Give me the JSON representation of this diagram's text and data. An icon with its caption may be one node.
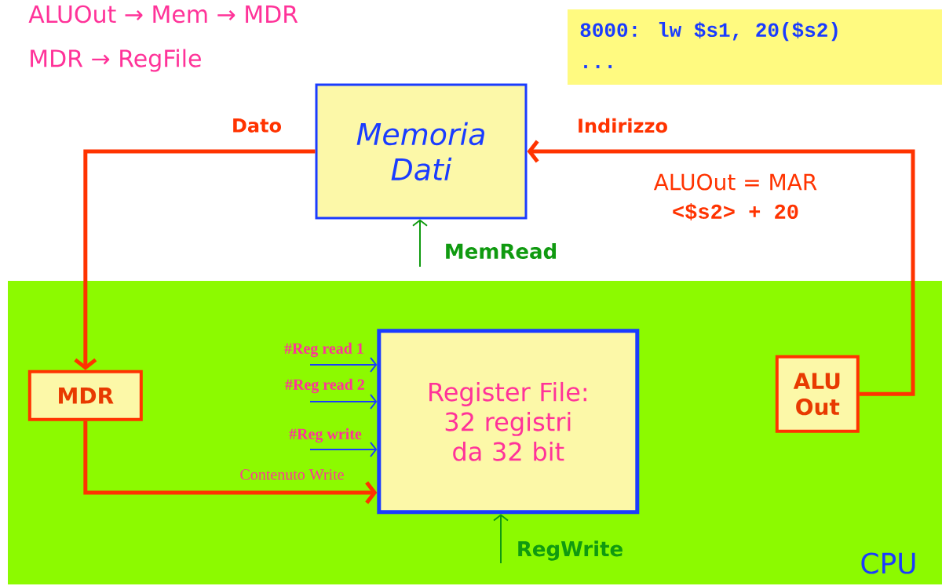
{
  "diagram": {
    "nodes": [
      {
        "text": [
          "CPU"
        ]
      },
      {
        "text": [
          "Memoria Dati"
        ]
      },
      {
        "text": [
          "MDR"
        ],
        "in": 0
      },
      {
        "text": [
          "Register File: 32 registri da 32 bit"
        ],
        "in": 0
      },
      {
        "text": [
          "ALU Out"
        ],
        "in": 0
      },
      {
        "text": [
          "8000:  lw $s1, 20($s2)",
          "..."
        ]
      }
    ],
    "edges": [
      {
        "from": 4,
        "to": 1,
        "arrow": "to",
        "label": "Indirizzo",
        "style": "thick",
        "color": "#ff3300"
      },
      {
        "from": 1,
        "to": 2,
        "arrow": "to",
        "label": "Dato",
        "style": "thick",
        "color": "#ff3300"
      },
      {
        "from": 2,
        "to": 3,
        "arrow": "to",
        "label": "Contenuto Write",
        "style": "thick",
        "color": "#ff3300"
      },
      {
        "from": null,
        "to": 3,
        "arrow": "to",
        "label": "#Reg read 1",
        "color": "#1a3cff"
      },
      {
        "from": null,
        "to": 3,
        "arrow": "to",
        "label": "#Reg read 2",
        "color": "#1a3cff"
      },
      {
        "from": null,
        "to": 3,
        "arrow": "to",
        "label": "#Reg write",
        "color": "#1a3cff"
      },
      {
        "from": null,
        "to": 1,
        "arrow": "to",
        "label": "MemRead",
        "color": "#109a10"
      },
      {
        "from": null,
        "to": 3,
        "arrow": "to",
        "label": "RegWrite",
        "color": "#109a10"
      }
    ],
    "labels": [
      "ALUOut → Mem →  MDR",
      "MDR → RegFile",
      "ALUOut = MAR",
      "<$s2> + 20"
    ]
  }
}
